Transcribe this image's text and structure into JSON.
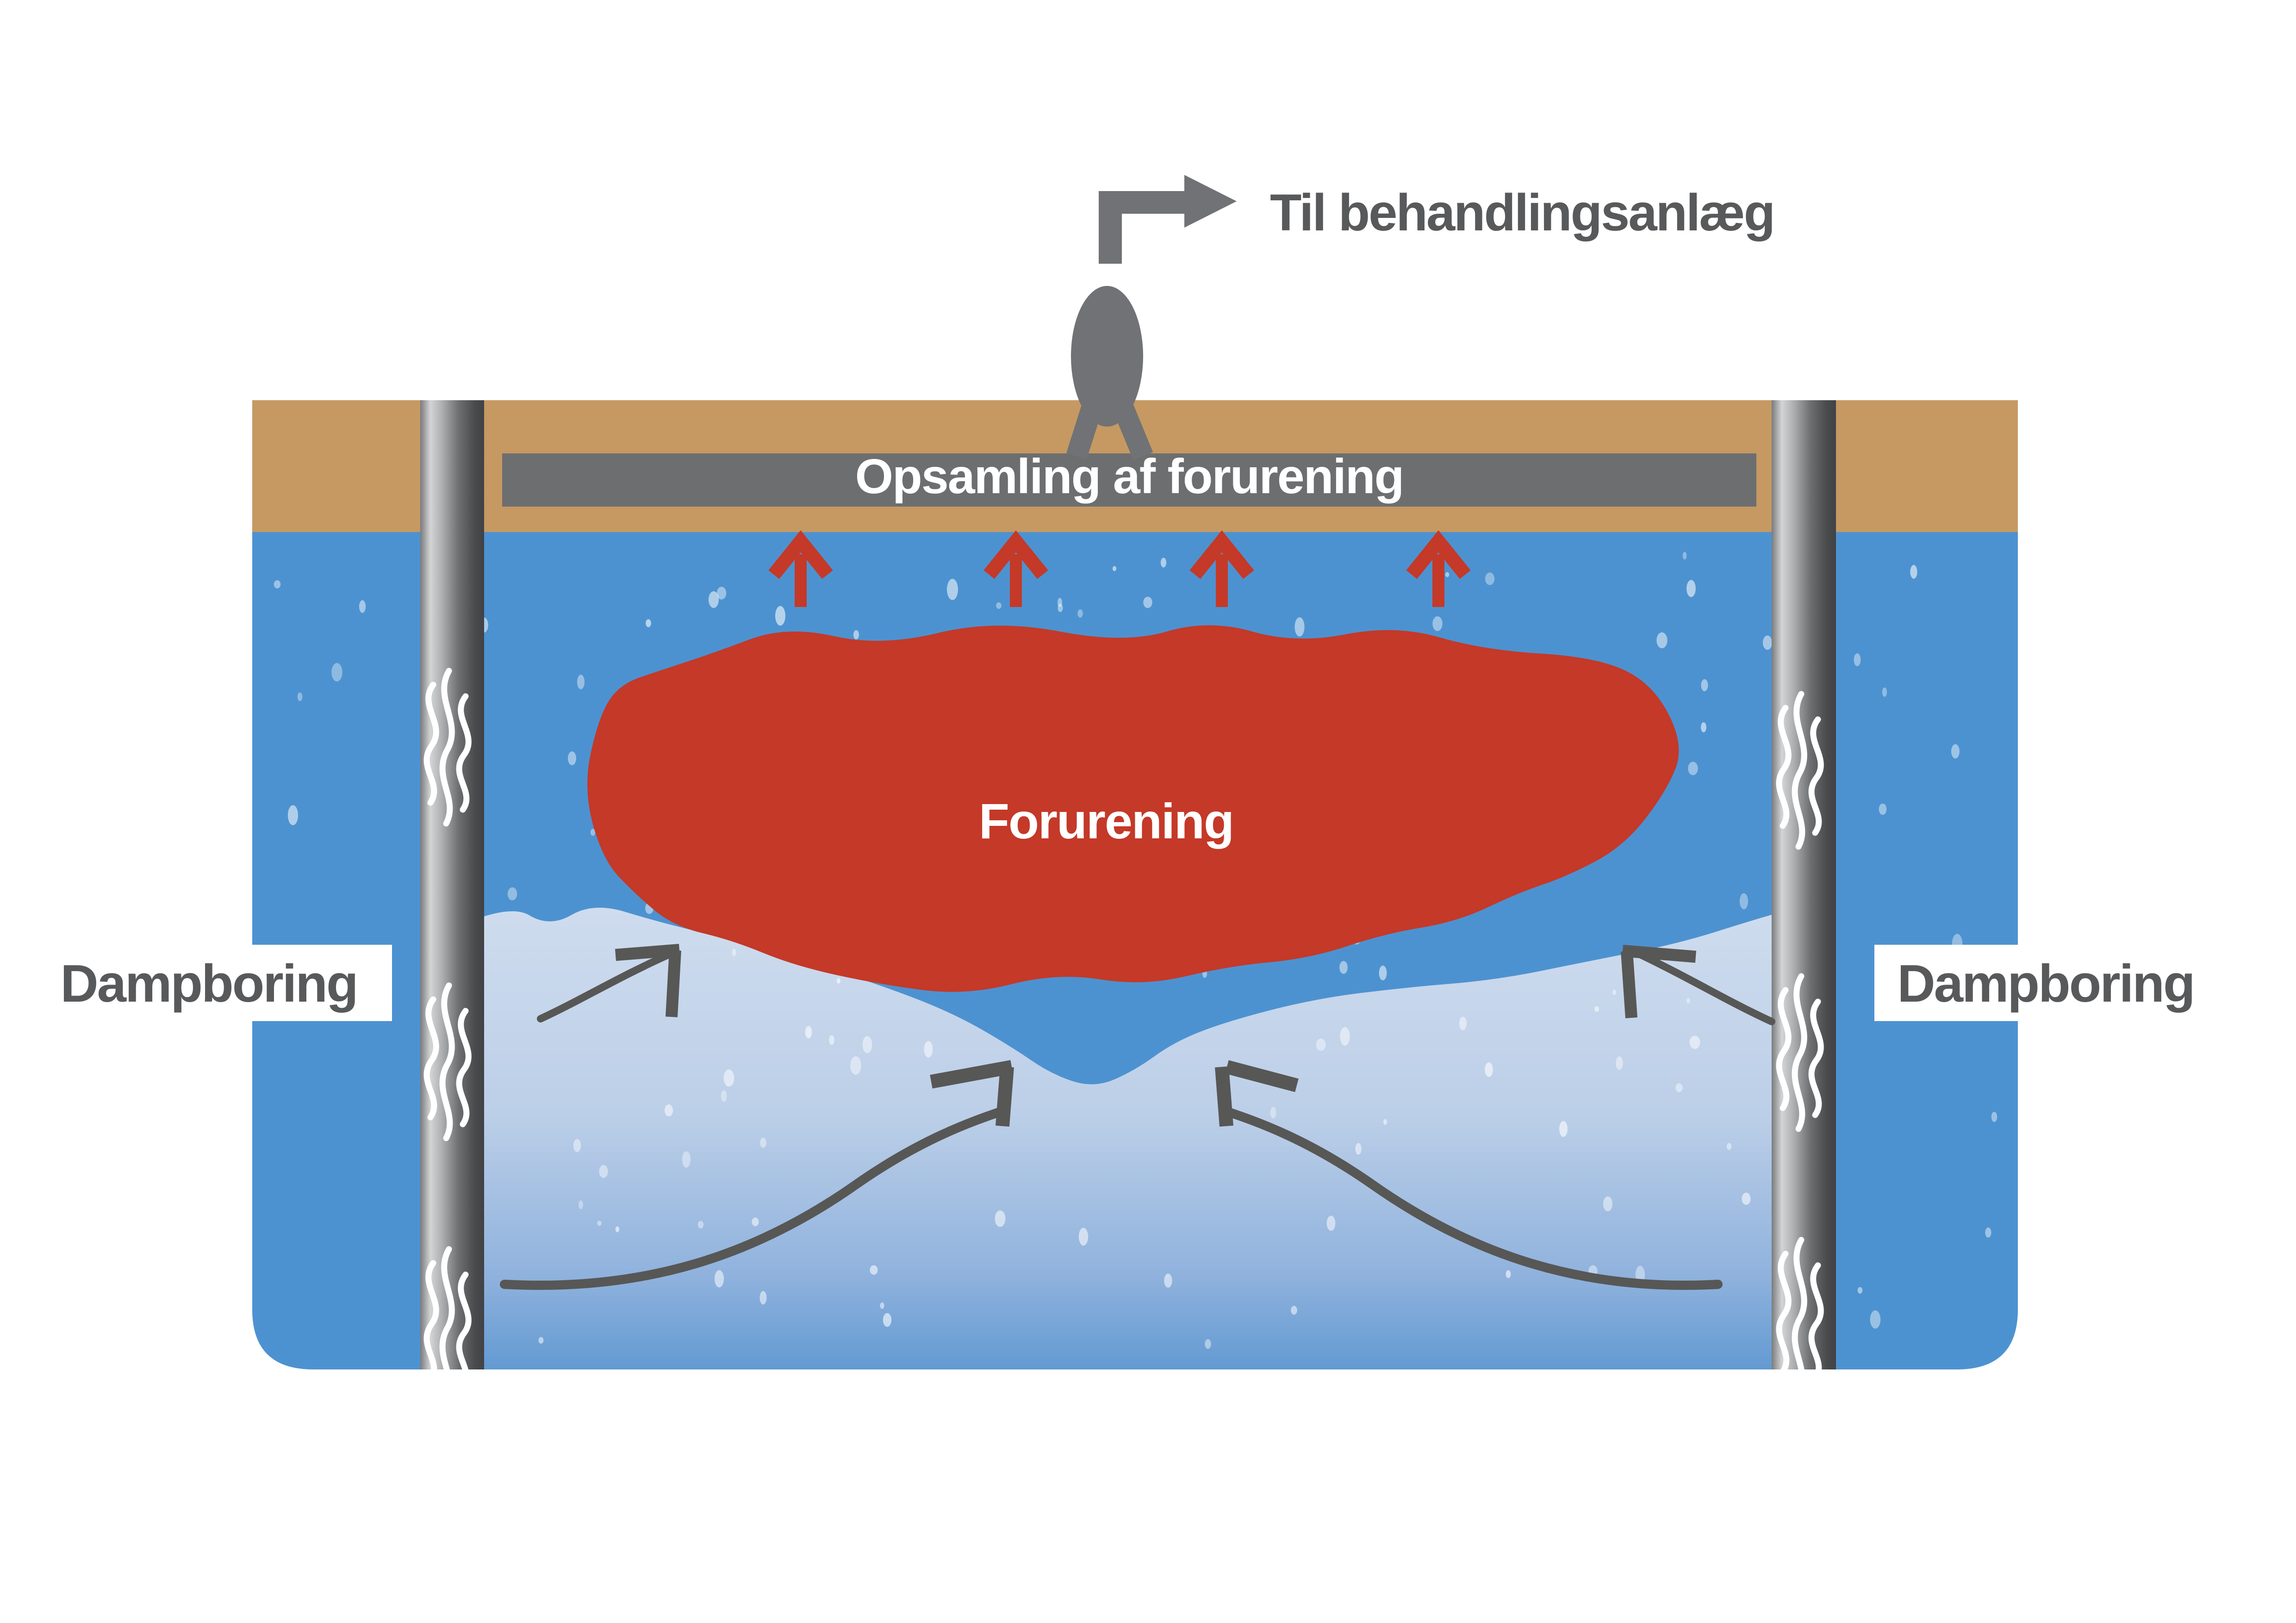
{
  "labels": {
    "treatment": "Til behandlingsanlæg",
    "collection": "Opsamling af forurening",
    "contamination": "Forurening",
    "borehole_left": "Dampboring",
    "borehole_right": "Dampboring"
  },
  "colors": {
    "groundwater_blue": "#4d92d0",
    "soil_tan": "#c69963",
    "contamination_red": "#c43928",
    "collection_bar_gray": "#6d6e70",
    "wellhead_gray": "#717275",
    "flow_arrow_gray": "#575756",
    "label_text_gray": "#58595b",
    "steam_white": "#ffffff",
    "steam_cloud_top": "#cfdcee",
    "steam_cloud_bottom": "#639ad2",
    "speckle_blue": "#a9c6e6"
  }
}
